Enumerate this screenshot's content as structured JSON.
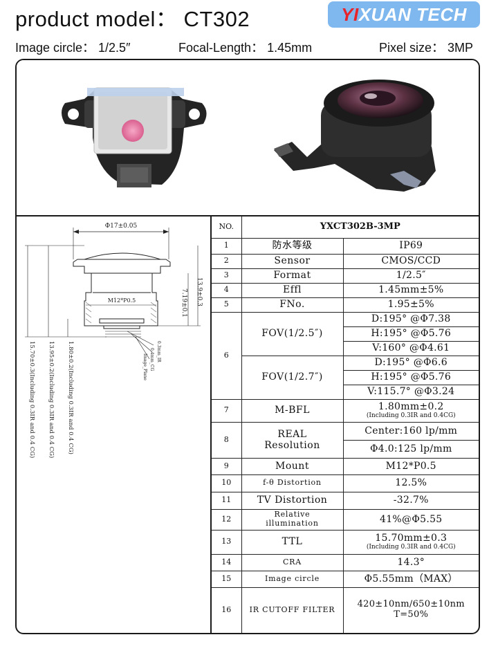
{
  "header": {
    "title": "product model： CT302",
    "brand_accent": "YI",
    "brand_rest": "XUAN TECH",
    "brand_color": "#7fb7ef",
    "brand_accent_color": "#e8242b"
  },
  "summary": {
    "image_circle": "Image circle： 1/2.5″",
    "focal_length": "Focal-Length： 1.45mm",
    "pixel_size": "Pixel size： 3MP"
  },
  "drawing": {
    "diameter": "Φ17±0.05",
    "thread": "M12*P0.5",
    "height_outer": "13.9±0.3",
    "height_inner": "7.19±0.1",
    "ir_label": "0.3mm_IR",
    "cg_label": "0.4mm_CG",
    "plane_label": "Image_Plane",
    "dim_bfl": "1.80±0.2(Including 0.3IR and 0.4 CG)",
    "dim_mid": "13.95±0.2(Including 0.3IR and 0.4 CG)",
    "dim_ttl": "15.70±0.3(Including 0.3IR and 0.4 CG)"
  },
  "spec": {
    "no_header": "NO.",
    "model_header": "YXCT302B-3MP",
    "rows": {
      "r1": {
        "no": "1",
        "item": "防水等级",
        "value": "IP69"
      },
      "r2": {
        "no": "2",
        "item": "Sensor",
        "value": "CMOS/CCD"
      },
      "r3": {
        "no": "3",
        "item": "Format",
        "value": "1/2.5″"
      },
      "r4": {
        "no": "4",
        "item": "Effl",
        "value": "1.45mm±5%"
      },
      "r5": {
        "no": "5",
        "item": "FNo.",
        "value": "1.95±5%"
      },
      "r6": {
        "no": "6",
        "item_a": "FOV(1/2.5″)",
        "a1": "D:195° @Φ7.38",
        "a2": "H:195° @Φ5.76",
        "a3": "V:160° @Φ4.61",
        "item_b": "FOV(1/2.7″)",
        "b1": "D:195° @Φ6.6",
        "b2": "H:195° @Φ5.76",
        "b3": "V:115.7° @Φ3.24"
      },
      "r7": {
        "no": "7",
        "item": "M-BFL",
        "value": "1.80mm±0.2",
        "note": "(Including 0.3IR and 0.4CG)"
      },
      "r8": {
        "no": "8",
        "item_1": "REAL",
        "item_2": "Resolution",
        "v1": "Center:160 lp/mm",
        "v2": "Φ4.0:125 lp/mm"
      },
      "r9": {
        "no": "9",
        "item": "Mount",
        "value": "M12*P0.5"
      },
      "r10": {
        "no": "10",
        "item": "f-θ Distortion",
        "value": "12.5%"
      },
      "r11": {
        "no": "11",
        "item": "TV Distortion",
        "value": "-32.7%"
      },
      "r12": {
        "no": "12",
        "item_1": "Relative",
        "item_2": "illumination",
        "value": "41%@Φ5.55"
      },
      "r13": {
        "no": "13",
        "item": "TTL",
        "value": "15.70mm±0.3",
        "note": "(Including 0.3IR and 0.4CG)"
      },
      "r14": {
        "no": "14",
        "item": "CRA",
        "value": "14.3°"
      },
      "r15": {
        "no": "15",
        "item": "Image circle",
        "value": "Φ5.55mm（MAX）"
      },
      "r16": {
        "no": "16",
        "item": "IR CUTOFF FILTER",
        "v1": "420±10nm/650±10nm",
        "v2": "T=50%"
      }
    }
  }
}
